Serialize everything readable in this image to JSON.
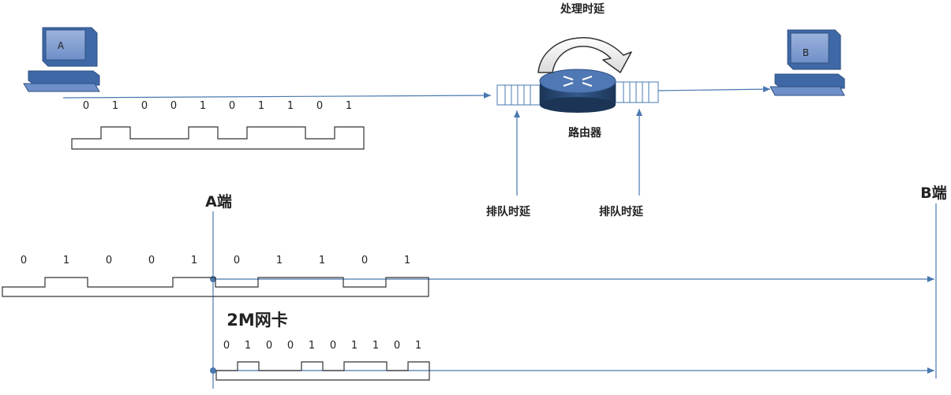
{
  "computer_a": {
    "label": "A"
  },
  "computer_b": {
    "label": "B"
  },
  "router": {
    "label": "路由器"
  },
  "processing_delay": {
    "label": "处理时延"
  },
  "queuing_delay": {
    "left_label": "排队时延",
    "right_label": "排队时延"
  },
  "bits": [
    0,
    1,
    0,
    0,
    1,
    0,
    1,
    1,
    0,
    1
  ],
  "endpoint_a": {
    "label": "A端"
  },
  "endpoint_b": {
    "label": "B端"
  },
  "nic": {
    "label": "2M网卡"
  },
  "colors": {
    "line": "#4a78b0",
    "wave": "#333333",
    "computer_body": "#3f68a6",
    "computer_screen": "#6f8fc8",
    "router_body": "#26476f",
    "router_top": "#4f78b4"
  }
}
